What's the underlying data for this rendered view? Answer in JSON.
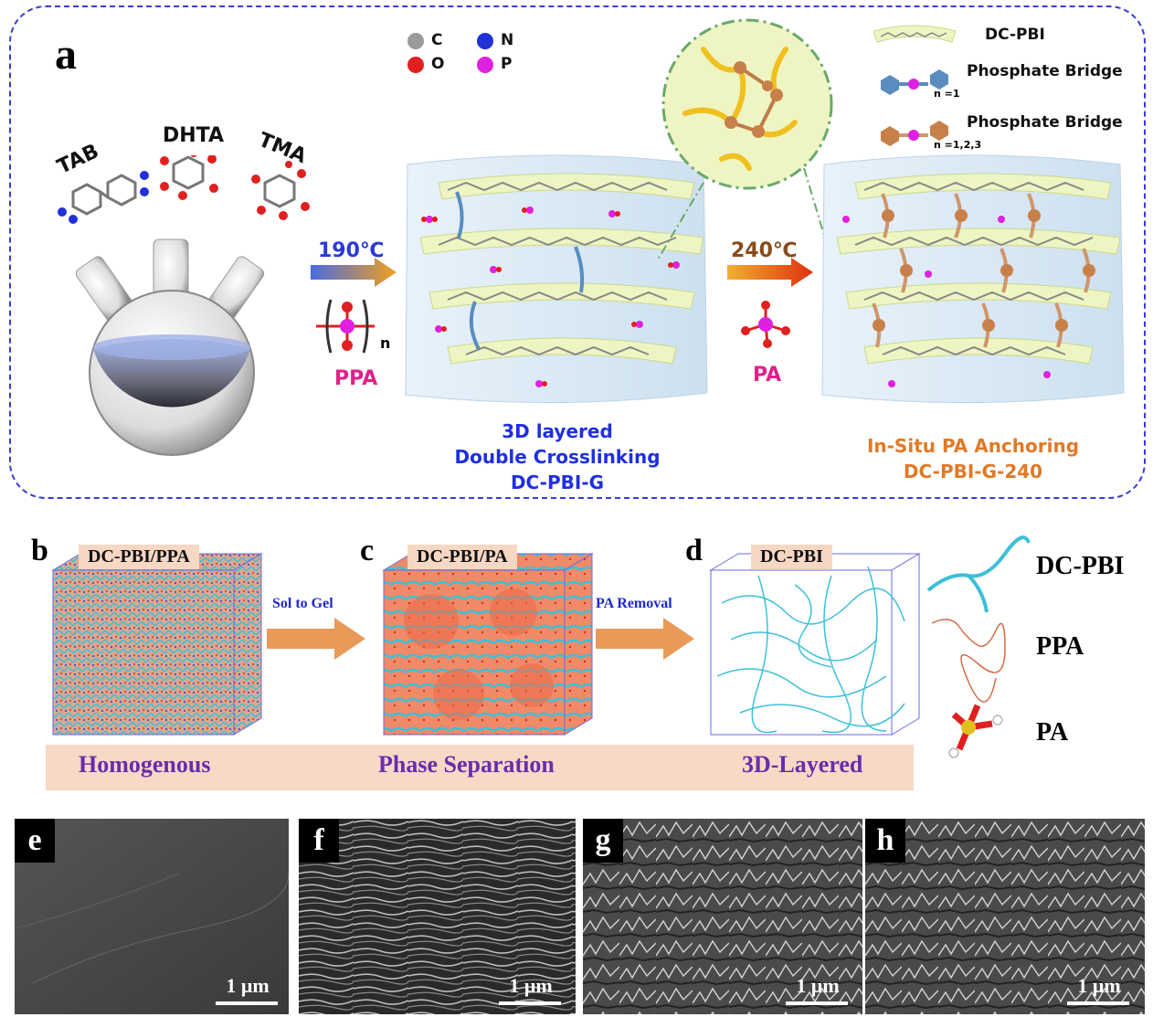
{
  "panel_a": {
    "letter": "a",
    "molecules": [
      "TAB",
      "DHTA",
      "TMA"
    ],
    "atom_legend": [
      {
        "symbol": "C",
        "color": "#9a9a9a"
      },
      {
        "symbol": "N",
        "color": "#2230d8"
      },
      {
        "symbol": "O",
        "color": "#e02020"
      },
      {
        "symbol": "P",
        "color": "#e020e0"
      }
    ],
    "legend": {
      "dcpbi": "DC-PBI",
      "bridge1": "Phosphate Bridge",
      "bridge1_sub": "n =1",
      "bridge2": "Phosphate Bridge",
      "bridge2_sub": "n =1,2,3"
    },
    "step1_temp": "190℃",
    "step1_reagent": "PPA",
    "ppa_sub": "n",
    "step2_temp": "240℃",
    "step2_reagent": "PA",
    "caption_middle": [
      "3D layered",
      "Double Crosslinking",
      "DC-PBI-G"
    ],
    "caption_right": [
      "In-Situ PA Anchoring",
      "DC-PBI-G-240"
    ]
  },
  "panel_bd": {
    "letters": [
      "b",
      "c",
      "d"
    ],
    "box_labels": [
      "DC-PBI/PPA",
      "DC-PBI/PA",
      "DC-PBI"
    ],
    "arrow_labels": [
      "Sol to Gel",
      "PA Removal"
    ],
    "band_labels": [
      "Homogenous",
      "Phase Separation",
      "3D-Layered"
    ],
    "legend": [
      "DC-PBI",
      "PPA",
      "PA"
    ]
  },
  "sem": {
    "letters": [
      "e",
      "f",
      "g",
      "h"
    ],
    "scale": "1 μm"
  },
  "colors": {
    "border_blue": "#3a3ad8",
    "caption_blue": "#1f2fe0",
    "caption_orange": "#e07a26",
    "ppa_pink": "#e0208a",
    "band_purple": "#6a2cae",
    "layer_green": "#eef5c2"
  }
}
